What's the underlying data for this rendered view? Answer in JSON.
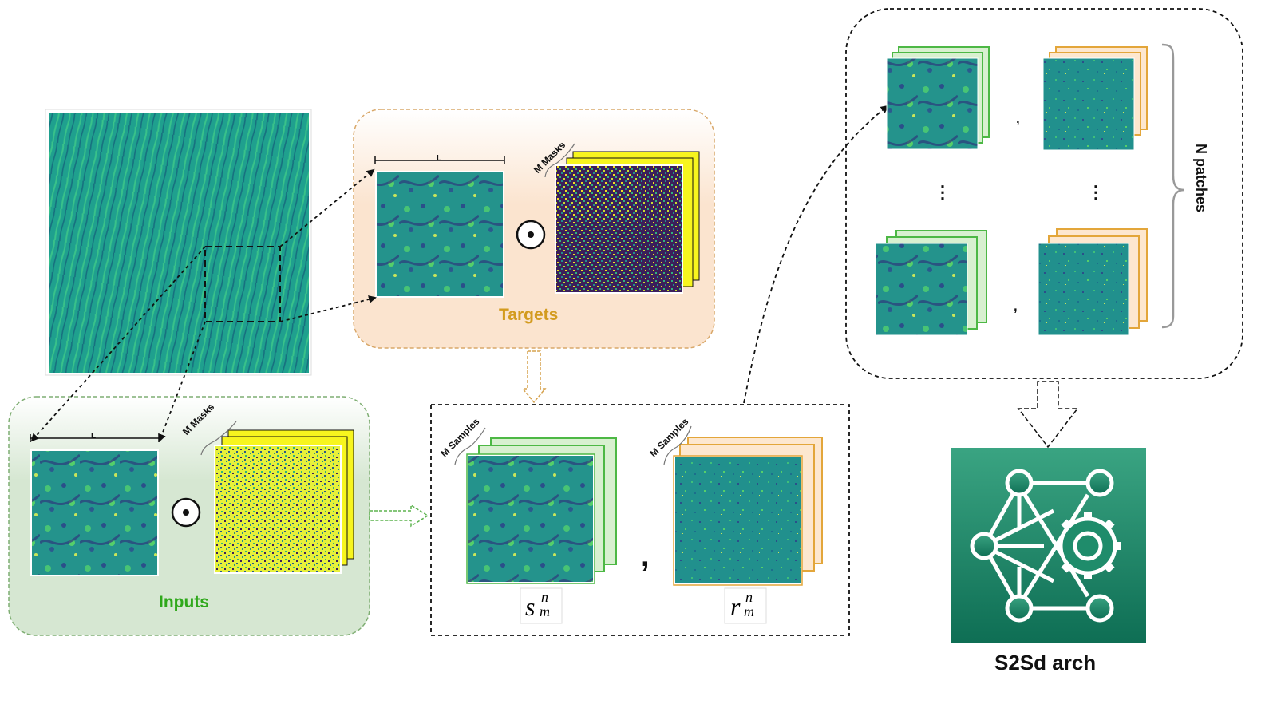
{
  "inputs": {
    "label": "Inputs",
    "masks_label": "M Masks",
    "patch_size_label": "L",
    "operator": "⊙"
  },
  "targets": {
    "label": "Targets",
    "masks_label": "M Masks",
    "patch_size_label": "L",
    "operator": "⊙"
  },
  "samples": {
    "left_stack_label": "M Samples",
    "right_stack_label": "M Samples",
    "separator": ",",
    "input_symbol": {
      "base": "s",
      "sup": "n",
      "sub": "m"
    },
    "target_symbol": {
      "base": "r",
      "sup": "n",
      "sub": "m"
    }
  },
  "patches": {
    "brace_label": "N patches",
    "separator": ",",
    "ellipsis": "⋮"
  },
  "architecture": {
    "label": "S2Sd arch",
    "icon": "neural-network-gear-icon"
  },
  "colors": {
    "inputs_panel": "#d6e7d2",
    "inputs_text": "#2fa81b",
    "inputs_stack": "#4db845",
    "targets_panel": "#fbe4cf",
    "targets_text": "#d39b1f",
    "targets_stack": "#e3a63a",
    "mask_yellow": "#f7f51e",
    "mask_dark": "#3b1f5a",
    "texture_teal": "#1f9a8a",
    "arch_top": "#3aa482",
    "arch_bottom": "#0e6e54"
  }
}
